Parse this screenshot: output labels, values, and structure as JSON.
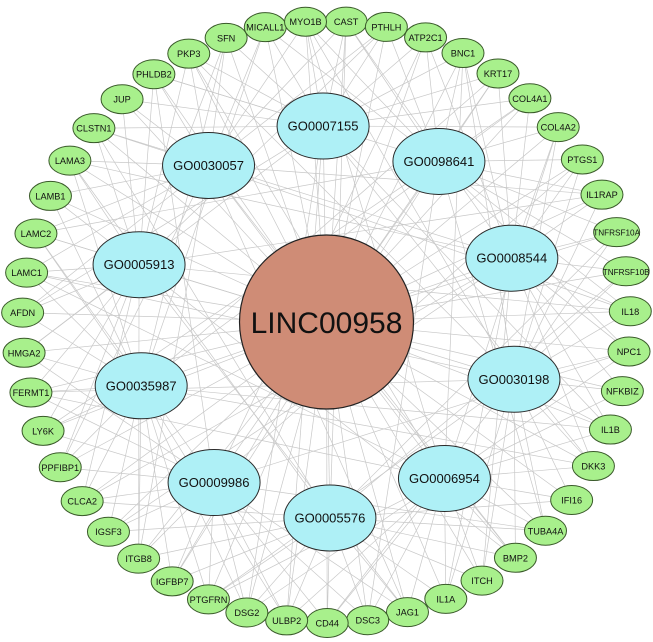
{
  "hub": {
    "label": "LINC00958",
    "color": "#cf8c76"
  },
  "go_terms": [
    "GO0007155",
    "GO0098641",
    "GO0008544",
    "GO0030198",
    "GO0006954",
    "GO0005576",
    "GO0009986",
    "GO0035987",
    "GO0005913",
    "GO0030057"
  ],
  "genes": [
    "CAST",
    "PTHLH",
    "ATP2C1",
    "BNC1",
    "KRT17",
    "COL4A1",
    "COL4A2",
    "PTGS1",
    "IL1RAP",
    "TNFRSF10A",
    "TNFRSF10B",
    "IL18",
    "NPC1",
    "NFKBIZ",
    "IL1B",
    "DKK3",
    "IFI16",
    "TUBA4A",
    "BMP2",
    "ITCH",
    "IL1A",
    "JAG1",
    "DSC3",
    "CD44",
    "ULBP2",
    "DSG2",
    "PTGFRN",
    "IGFBP7",
    "ITGB8",
    "IGSF3",
    "CLCA2",
    "PPFIBP1",
    "LY6K",
    "FERMT1",
    "HMGA2",
    "AFDN",
    "LAMC1",
    "LAMC2",
    "LAMB1",
    "LAMA3",
    "CLSTN1",
    "JUP",
    "PHLDB2",
    "PKP3",
    "SFN",
    "MICALL1",
    "MYO1B"
  ],
  "colors": {
    "gene": "#a8f08c",
    "go": "#aef0f6",
    "hub": "#cf8c76",
    "edge": "#c8c8c8"
  }
}
